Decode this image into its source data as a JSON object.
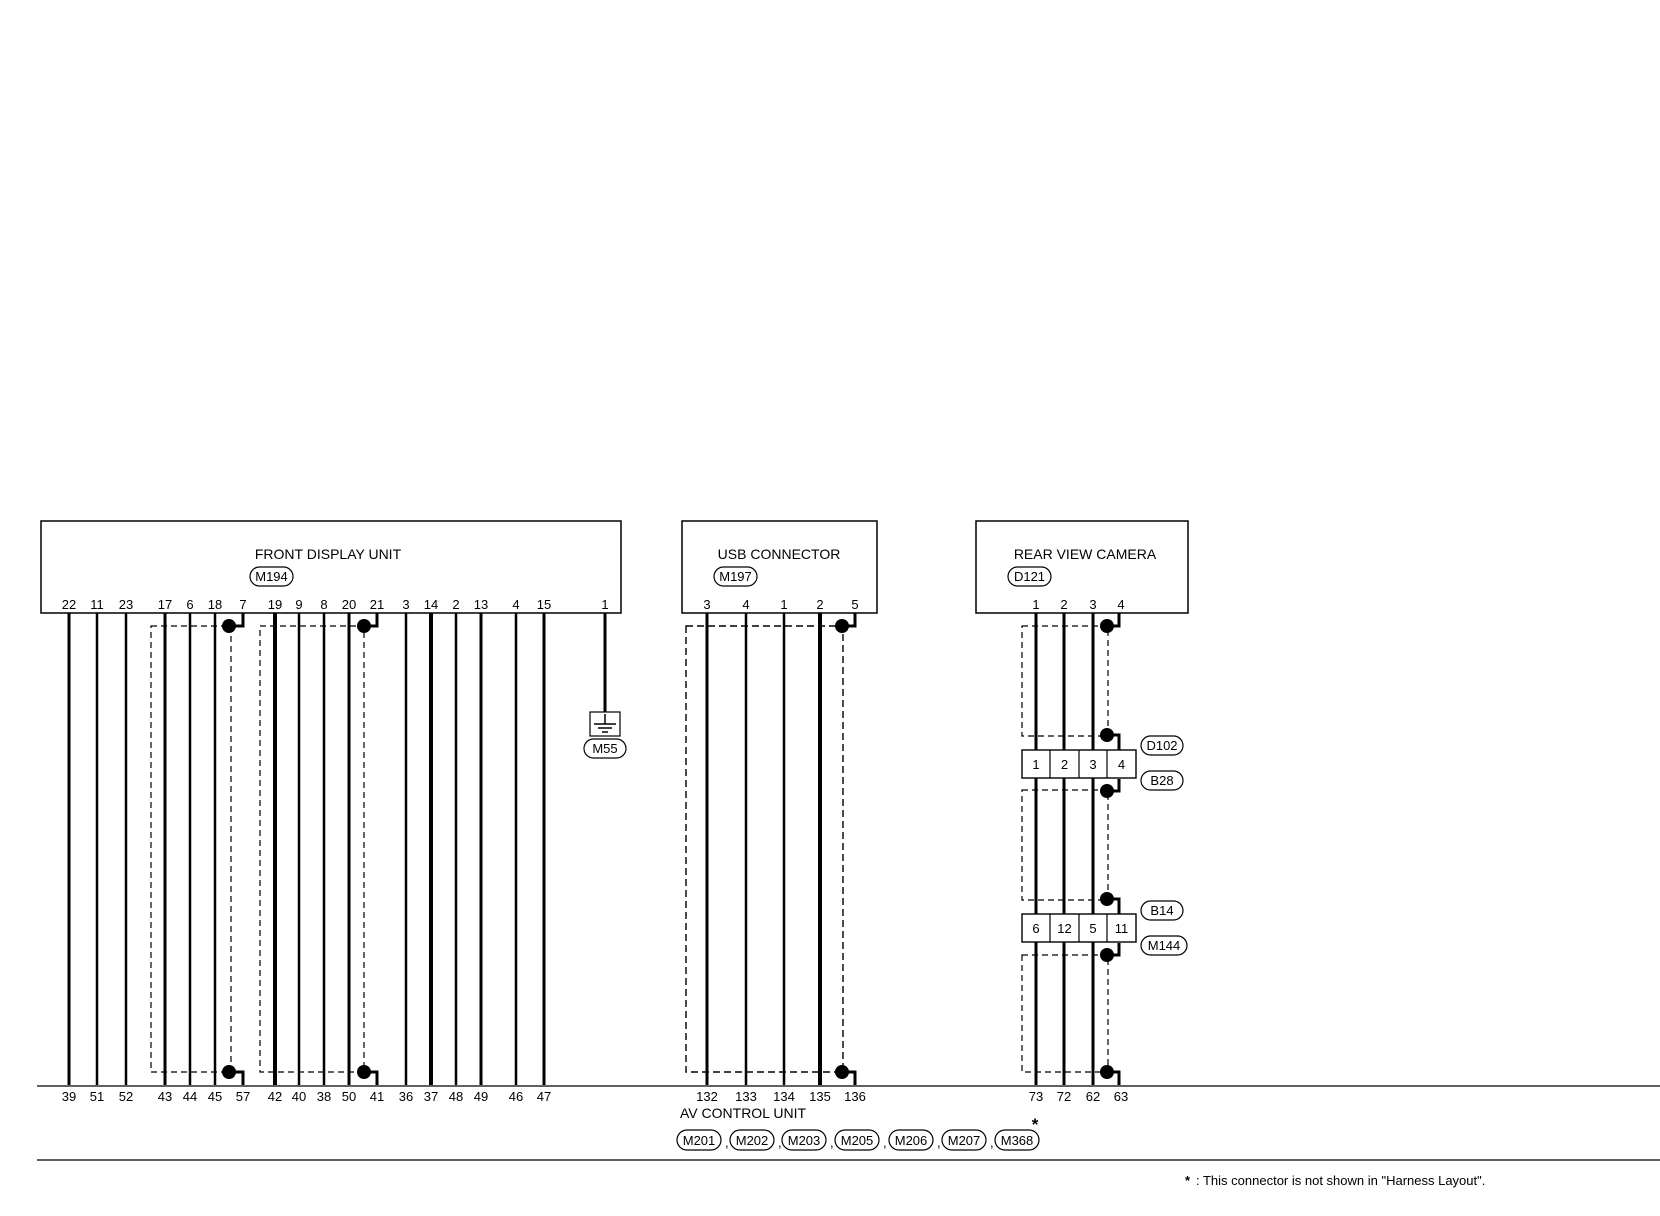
{
  "front_display_unit": {
    "title": "FRONT DISPLAY UNIT",
    "connector": "M194",
    "top_pins": [
      "22",
      "11",
      "23",
      "17",
      "6",
      "18",
      "7",
      "19",
      "9",
      "8",
      "20",
      "21",
      "3",
      "14",
      "2",
      "13",
      "4",
      "15",
      "1"
    ],
    "bottom_pins": [
      "39",
      "51",
      "52",
      "43",
      "44",
      "45",
      "57",
      "42",
      "40",
      "38",
      "50",
      "41",
      "36",
      "37",
      "48",
      "49",
      "46",
      "47"
    ]
  },
  "ground": {
    "connector": "M55"
  },
  "usb_connector": {
    "title": "USB CONNECTOR",
    "connector": "M197",
    "top_pins": [
      "3",
      "4",
      "1",
      "2",
      "5"
    ],
    "bottom_pins": [
      "132",
      "133",
      "134",
      "135",
      "136"
    ]
  },
  "rear_view_camera": {
    "title": "REAR VIEW CAMERA",
    "connector": "D121",
    "top_pins": [
      "1",
      "2",
      "3",
      "4"
    ],
    "bottom_pins": [
      "73",
      "72",
      "62",
      "63"
    ],
    "junction_1": {
      "upper_connector": "D102",
      "lower_connector": "B28",
      "pins": [
        "1",
        "2",
        "3",
        "4"
      ]
    },
    "junction_2": {
      "upper_connector": "B14",
      "lower_connector": "M144",
      "pins": [
        "6",
        "12",
        "5",
        "11"
      ]
    }
  },
  "av_control_unit": {
    "title": "AV CONTROL UNIT",
    "connectors": [
      "M201",
      "M202",
      "M203",
      "M205",
      "M206",
      "M207",
      "M368"
    ],
    "separator": ",",
    "asterisk": "*"
  },
  "footnote": {
    "asterisk": "*",
    "text": ": This connector is not shown in \"Harness Layout\"."
  }
}
